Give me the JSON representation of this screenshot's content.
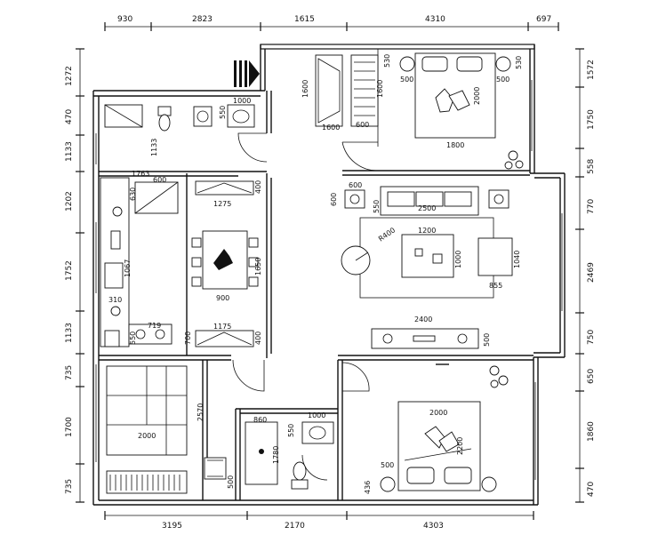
{
  "header": {
    "title": ""
  },
  "dimensions": {
    "top": [
      "930",
      "2823",
      "1615",
      "4310",
      "697"
    ],
    "bottom": [
      "3195",
      "2170",
      "4303"
    ],
    "left": [
      "1272",
      "470",
      "1133",
      "1202",
      "1752",
      "1133",
      "735",
      "1700",
      "735"
    ],
    "right": [
      "1572",
      "1750",
      "558",
      "770",
      "2469",
      "750",
      "650",
      "1860",
      "470"
    ]
  },
  "annotations": {
    "master_wardrobe_w": "1600",
    "master_shelf_w": "1600",
    "master_shelf_d": "600",
    "master_nightstand_l": "500",
    "master_nightstand_r": "500",
    "master_bed_w": "1800",
    "master_bed_l": "2000",
    "master_ns_top": "530",
    "master_ns_side": "530",
    "wc_width": "1000",
    "wc_basin_d": "550",
    "wc_depth": "1133",
    "kitchen_top": "1763",
    "kitchen_fridge_w": "630",
    "kitchen_fridge_d": "600",
    "kitchen_counter": "1067",
    "kitchen_sink": "719",
    "kitchen_sink_d": "310",
    "dining_cab_d": "400",
    "dining_cab_w": "1275",
    "dining_table_w": "900",
    "dining_table_l": "1650",
    "dining_low_w": "1175",
    "dining_low_d": "400",
    "dining_low_left": "700",
    "stove_w": "550",
    "living_stand_a": "600",
    "living_stand_b": "600",
    "living_stand_c": "550",
    "sofa_len": "2500",
    "table_w": "1200",
    "table_d": "1000",
    "armchair_w": "1040",
    "armchair_d": "855",
    "round_r": "R400",
    "tv_w": "2400",
    "tv_d": "500",
    "bed2_w": "2000",
    "bed2_l": "2200",
    "bed2_ns": "500",
    "bed2_ns_side": "436",
    "study_desk": "2000",
    "study_len": "2570",
    "study_chair": "500",
    "bath2_w": "860",
    "bath2_d": "1780",
    "bath2_basin_w": "1000",
    "bath2_basin_d": "550"
  }
}
